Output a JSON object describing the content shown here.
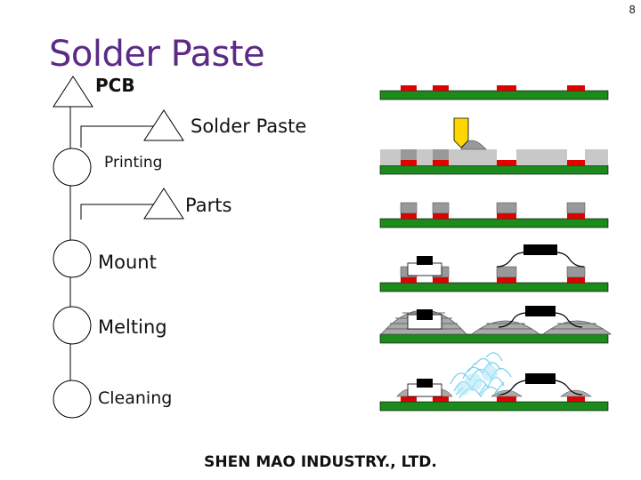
{
  "page_number": "8",
  "title": "Solder Paste",
  "flow": {
    "inputs": {
      "pcb": "PCB",
      "solder_paste": "Solder Paste",
      "parts": "Parts"
    },
    "steps": {
      "printing": "Printing",
      "mount": "Mount",
      "melting": "Melting",
      "cleaning": "Cleaning"
    }
  },
  "footer": "SHEN MAO INDUSTRY., LTD.",
  "colors": {
    "title": "#5b2a86",
    "board": "#1d8a1d",
    "pad": "#e00000",
    "paste": "#999999",
    "stencil": "#c8c8c8",
    "squeegee": "#ffd700",
    "chip": "#000000",
    "solvent": "#7ad3f0"
  }
}
